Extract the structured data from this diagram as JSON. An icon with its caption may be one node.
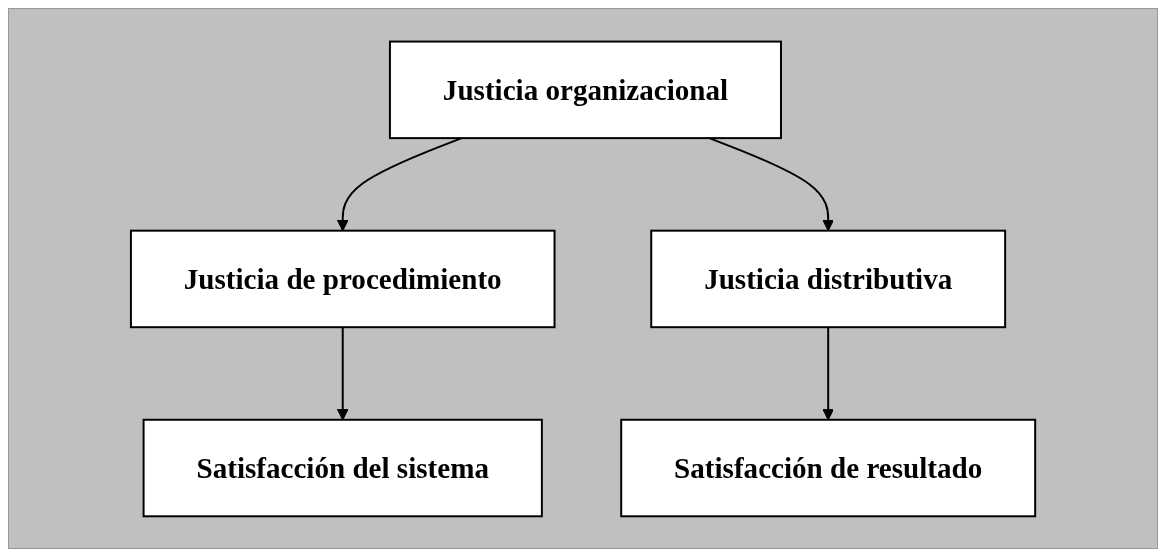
{
  "diagram": {
    "nodes": [
      {
        "text": [
          "Justicia organizacional"
        ]
      },
      {
        "text": [
          "Justicia de procedimiento"
        ]
      },
      {
        "text": [
          "Justicia distributiva"
        ]
      },
      {
        "text": [
          "Satisfacción del sistema"
        ]
      },
      {
        "text": [
          "Satisfacción de resultado"
        ]
      }
    ],
    "edges": [
      {
        "from": 0,
        "to": 1,
        "arrow": "to"
      },
      {
        "from": 0,
        "to": 2,
        "arrow": "to"
      },
      {
        "from": 1,
        "to": 3,
        "arrow": "to"
      },
      {
        "from": 2,
        "to": 4,
        "arrow": "to"
      }
    ]
  }
}
